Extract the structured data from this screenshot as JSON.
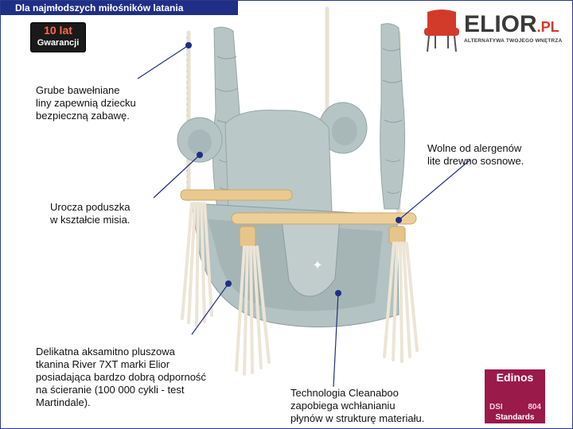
{
  "header": {
    "banner_text": "Dla najmłodszych miłośników latania"
  },
  "warranty_badge": {
    "line1": "10 lat",
    "line2": "Gwarancji",
    "accent_color": "#ff6a4a"
  },
  "brand": {
    "name": "ELIOR",
    "suffix": ".PL",
    "tagline": "ALTERNATYWA TWOJEGO WNĘTRZA",
    "brand_color": "#d23a2a"
  },
  "features": [
    {
      "lines": [
        "Grube bawełniane",
        "liny zapewnią dziecku",
        "bezpieczną zabawę."
      ]
    },
    {
      "lines": [
        "Wolne od alergenów",
        "lite drewno sosnowe."
      ]
    },
    {
      "lines": [
        "Urocza poduszka",
        "w kształcie misia."
      ]
    },
    {
      "lines": [
        "Delikatna aksamitno pluszowa",
        "tkanina River 7XT marki Elior",
        "posiadająca bardzo dobrą odporność",
        "na ścieranie (100 000 cykli - test",
        "Martindale)."
      ]
    },
    {
      "lines": [
        "Technologia Cleanaboo",
        "zapobiega wchłanianiu",
        "płynów w strukturę materiału."
      ]
    }
  ],
  "certificate": {
    "title": "Edinos",
    "code_left": "DSI",
    "code_right": "804",
    "subtitle": "Standards",
    "color": "#9a1a4a"
  },
  "colors": {
    "banner": "#1f2f86",
    "marker": "#1f2f86",
    "fabric": "#b9c7c7",
    "wood": "#e9c98f"
  }
}
